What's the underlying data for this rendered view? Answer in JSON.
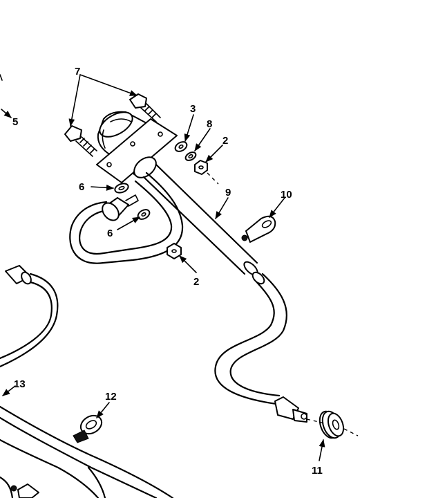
{
  "callouts": {
    "c7": "7",
    "c5": "5",
    "c3": "3",
    "c8": "8",
    "c2_top": "2",
    "c6_upper": "6",
    "c6_lower": "6",
    "c9": "9",
    "c10": "10",
    "c2_mid": "2",
    "c13": "13",
    "c12": "12",
    "c11": "11"
  }
}
